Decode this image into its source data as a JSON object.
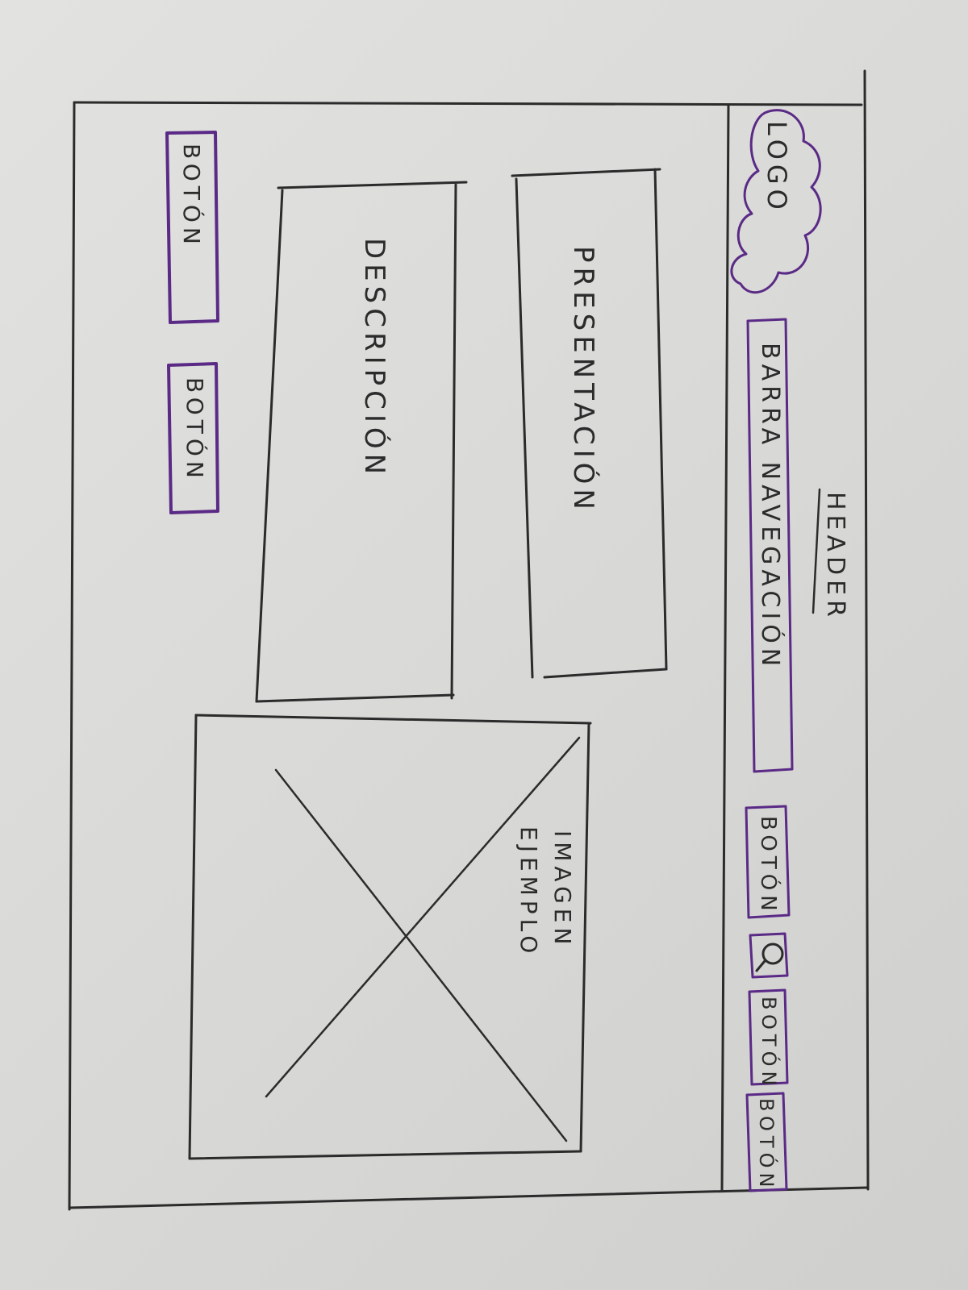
{
  "sketch": {
    "header_label": "HEADER",
    "logo_label": "LOGO",
    "nav_label": "BARRA NAVEGACIÓN",
    "header_button_1": "BOTÓN",
    "search_icon": "search-icon",
    "header_button_2": "BOTÓN",
    "header_button_3": "BOTÓN",
    "presentation_label": "PRESENTACIÓN",
    "description_label": "DESCRIPCIÓN",
    "image_label_line1": "IMAGEN",
    "image_label_line2": "EJEMPLO",
    "footer_button_1": "BOTÓN",
    "footer_button_2": "BOTÓN",
    "ink_color": "#2b2b2b",
    "accent_color": "#5a2a86"
  }
}
